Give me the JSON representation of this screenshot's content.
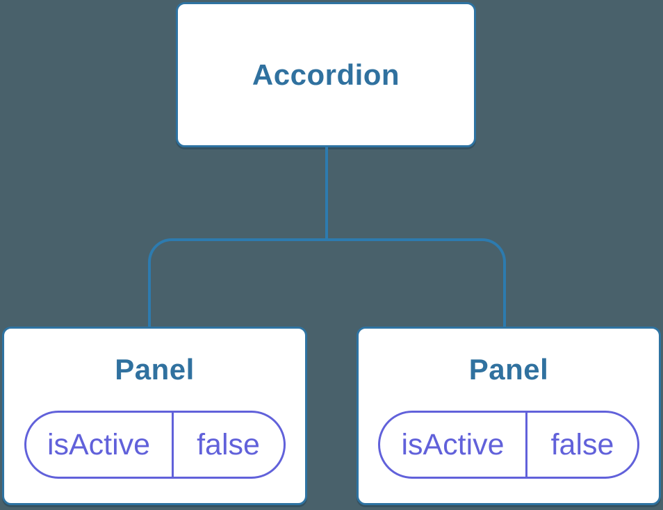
{
  "colors": {
    "background": "#49616B",
    "line": "#2D7BAF",
    "box_border": "#2E73A2",
    "title_text": "#30719F",
    "pill": "#6161DA"
  },
  "diagram": {
    "type": "component-tree",
    "root": {
      "label": "Accordion"
    },
    "children": [
      {
        "label": "Panel",
        "state": {
          "key": "isActive",
          "value": "false"
        }
      },
      {
        "label": "Panel",
        "state": {
          "key": "isActive",
          "value": "false"
        }
      }
    ]
  }
}
